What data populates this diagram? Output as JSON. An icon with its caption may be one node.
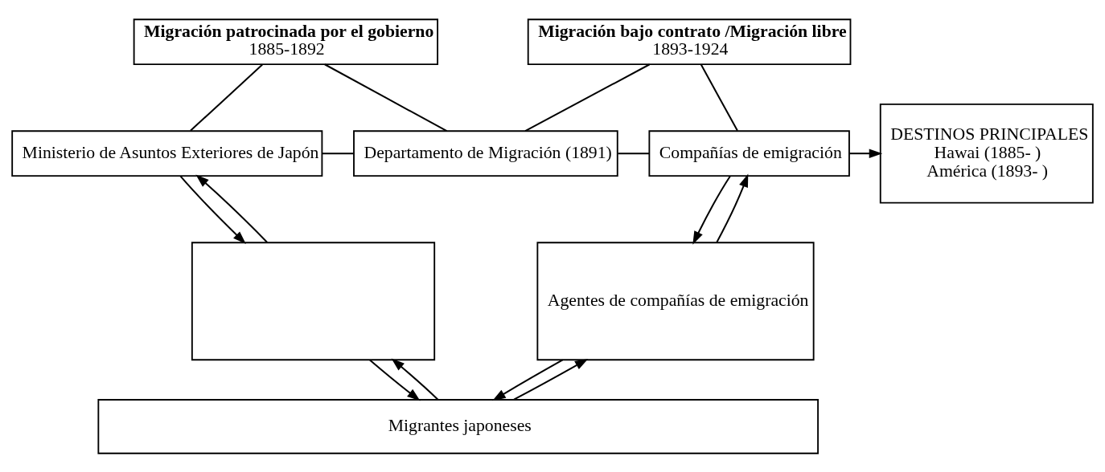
{
  "diagram": {
    "nodes": [
      {
        "text": [
          "Migración patrocinada por el gobierno",
          "1885-1892"
        ]
      },
      {
        "text": [
          "Migración bajo contrato /Migración libre",
          "1893-1924"
        ]
      },
      {
        "text": [
          "Ministerio de Asuntos Exteriores de Japón"
        ]
      },
      {
        "text": [
          "Departamento de Migración (1891)"
        ]
      },
      {
        "text": [
          "Compañías de emigración"
        ]
      },
      {
        "text": [
          "DESTINOS PRINCIPALES",
          "Hawai (1885- )",
          "América (1893- )"
        ]
      },
      {
        "text": [],
        "shape": "box"
      },
      {
        "text": [
          "Agentes de compañías de emigración"
        ]
      },
      {
        "text": [
          "Migrantes japoneses"
        ]
      }
    ],
    "edges": [
      {
        "from": 0,
        "to": 2,
        "arrow": "none"
      },
      {
        "from": 0,
        "to": 3,
        "arrow": "none"
      },
      {
        "from": 1,
        "to": 3,
        "arrow": "none"
      },
      {
        "from": 1,
        "to": 4,
        "arrow": "none"
      },
      {
        "from": 2,
        "to": 3,
        "arrow": "none"
      },
      {
        "from": 3,
        "to": 4,
        "arrow": "none"
      },
      {
        "from": 4,
        "to": 5,
        "arrow": "to"
      },
      {
        "from": 2,
        "to": 6,
        "arrow": "to"
      },
      {
        "from": 6,
        "to": 2,
        "arrow": "to"
      },
      {
        "from": 4,
        "to": 7,
        "arrow": "to"
      },
      {
        "from": 7,
        "to": 4,
        "arrow": "to"
      },
      {
        "from": 6,
        "to": 8,
        "arrow": "to"
      },
      {
        "from": 8,
        "to": 6,
        "arrow": "to"
      },
      {
        "from": 8,
        "to": 7,
        "arrow": "to"
      },
      {
        "from": 7,
        "to": 8,
        "arrow": "to"
      }
    ]
  }
}
